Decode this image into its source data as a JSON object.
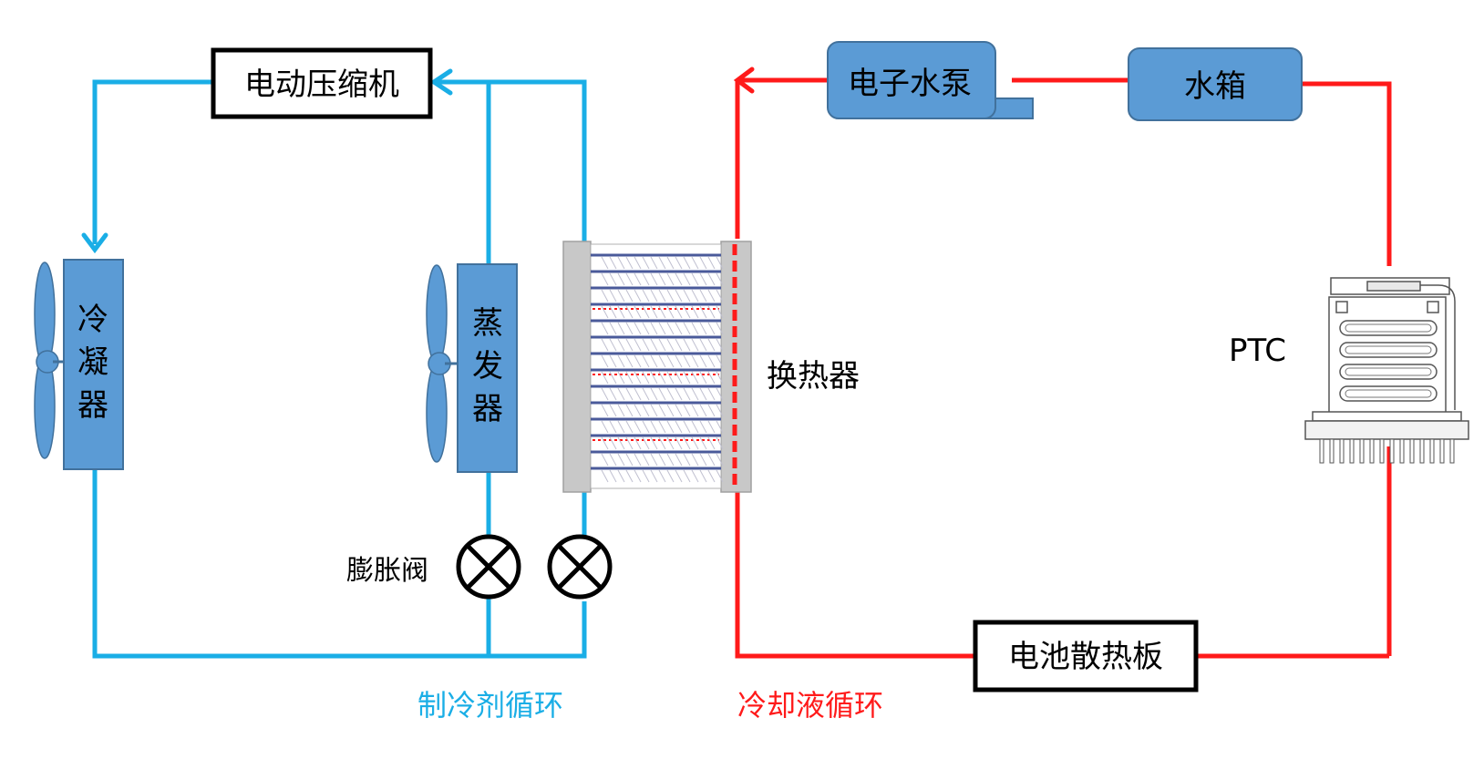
{
  "refrigerant_loop": {
    "compressor_label": "电动压缩机",
    "condenser_label": [
      "冷",
      "凝",
      "器"
    ],
    "evaporator_label": [
      "蒸",
      "发",
      "器"
    ],
    "expansion_valve_label": "膨胀阀",
    "caption": "制冷剂循环",
    "color": "#1aaee6"
  },
  "coolant_loop": {
    "pump_label": "电子水泵",
    "tank_label": "水箱",
    "ptc_label": "PTC",
    "battery_plate_label": "电池散热板",
    "caption": "冷却液循环",
    "color": "#ff1a1a"
  },
  "heat_exchanger_label": "换热器",
  "component_fill": "#5b9bd5",
  "component_stroke": "#41719c"
}
